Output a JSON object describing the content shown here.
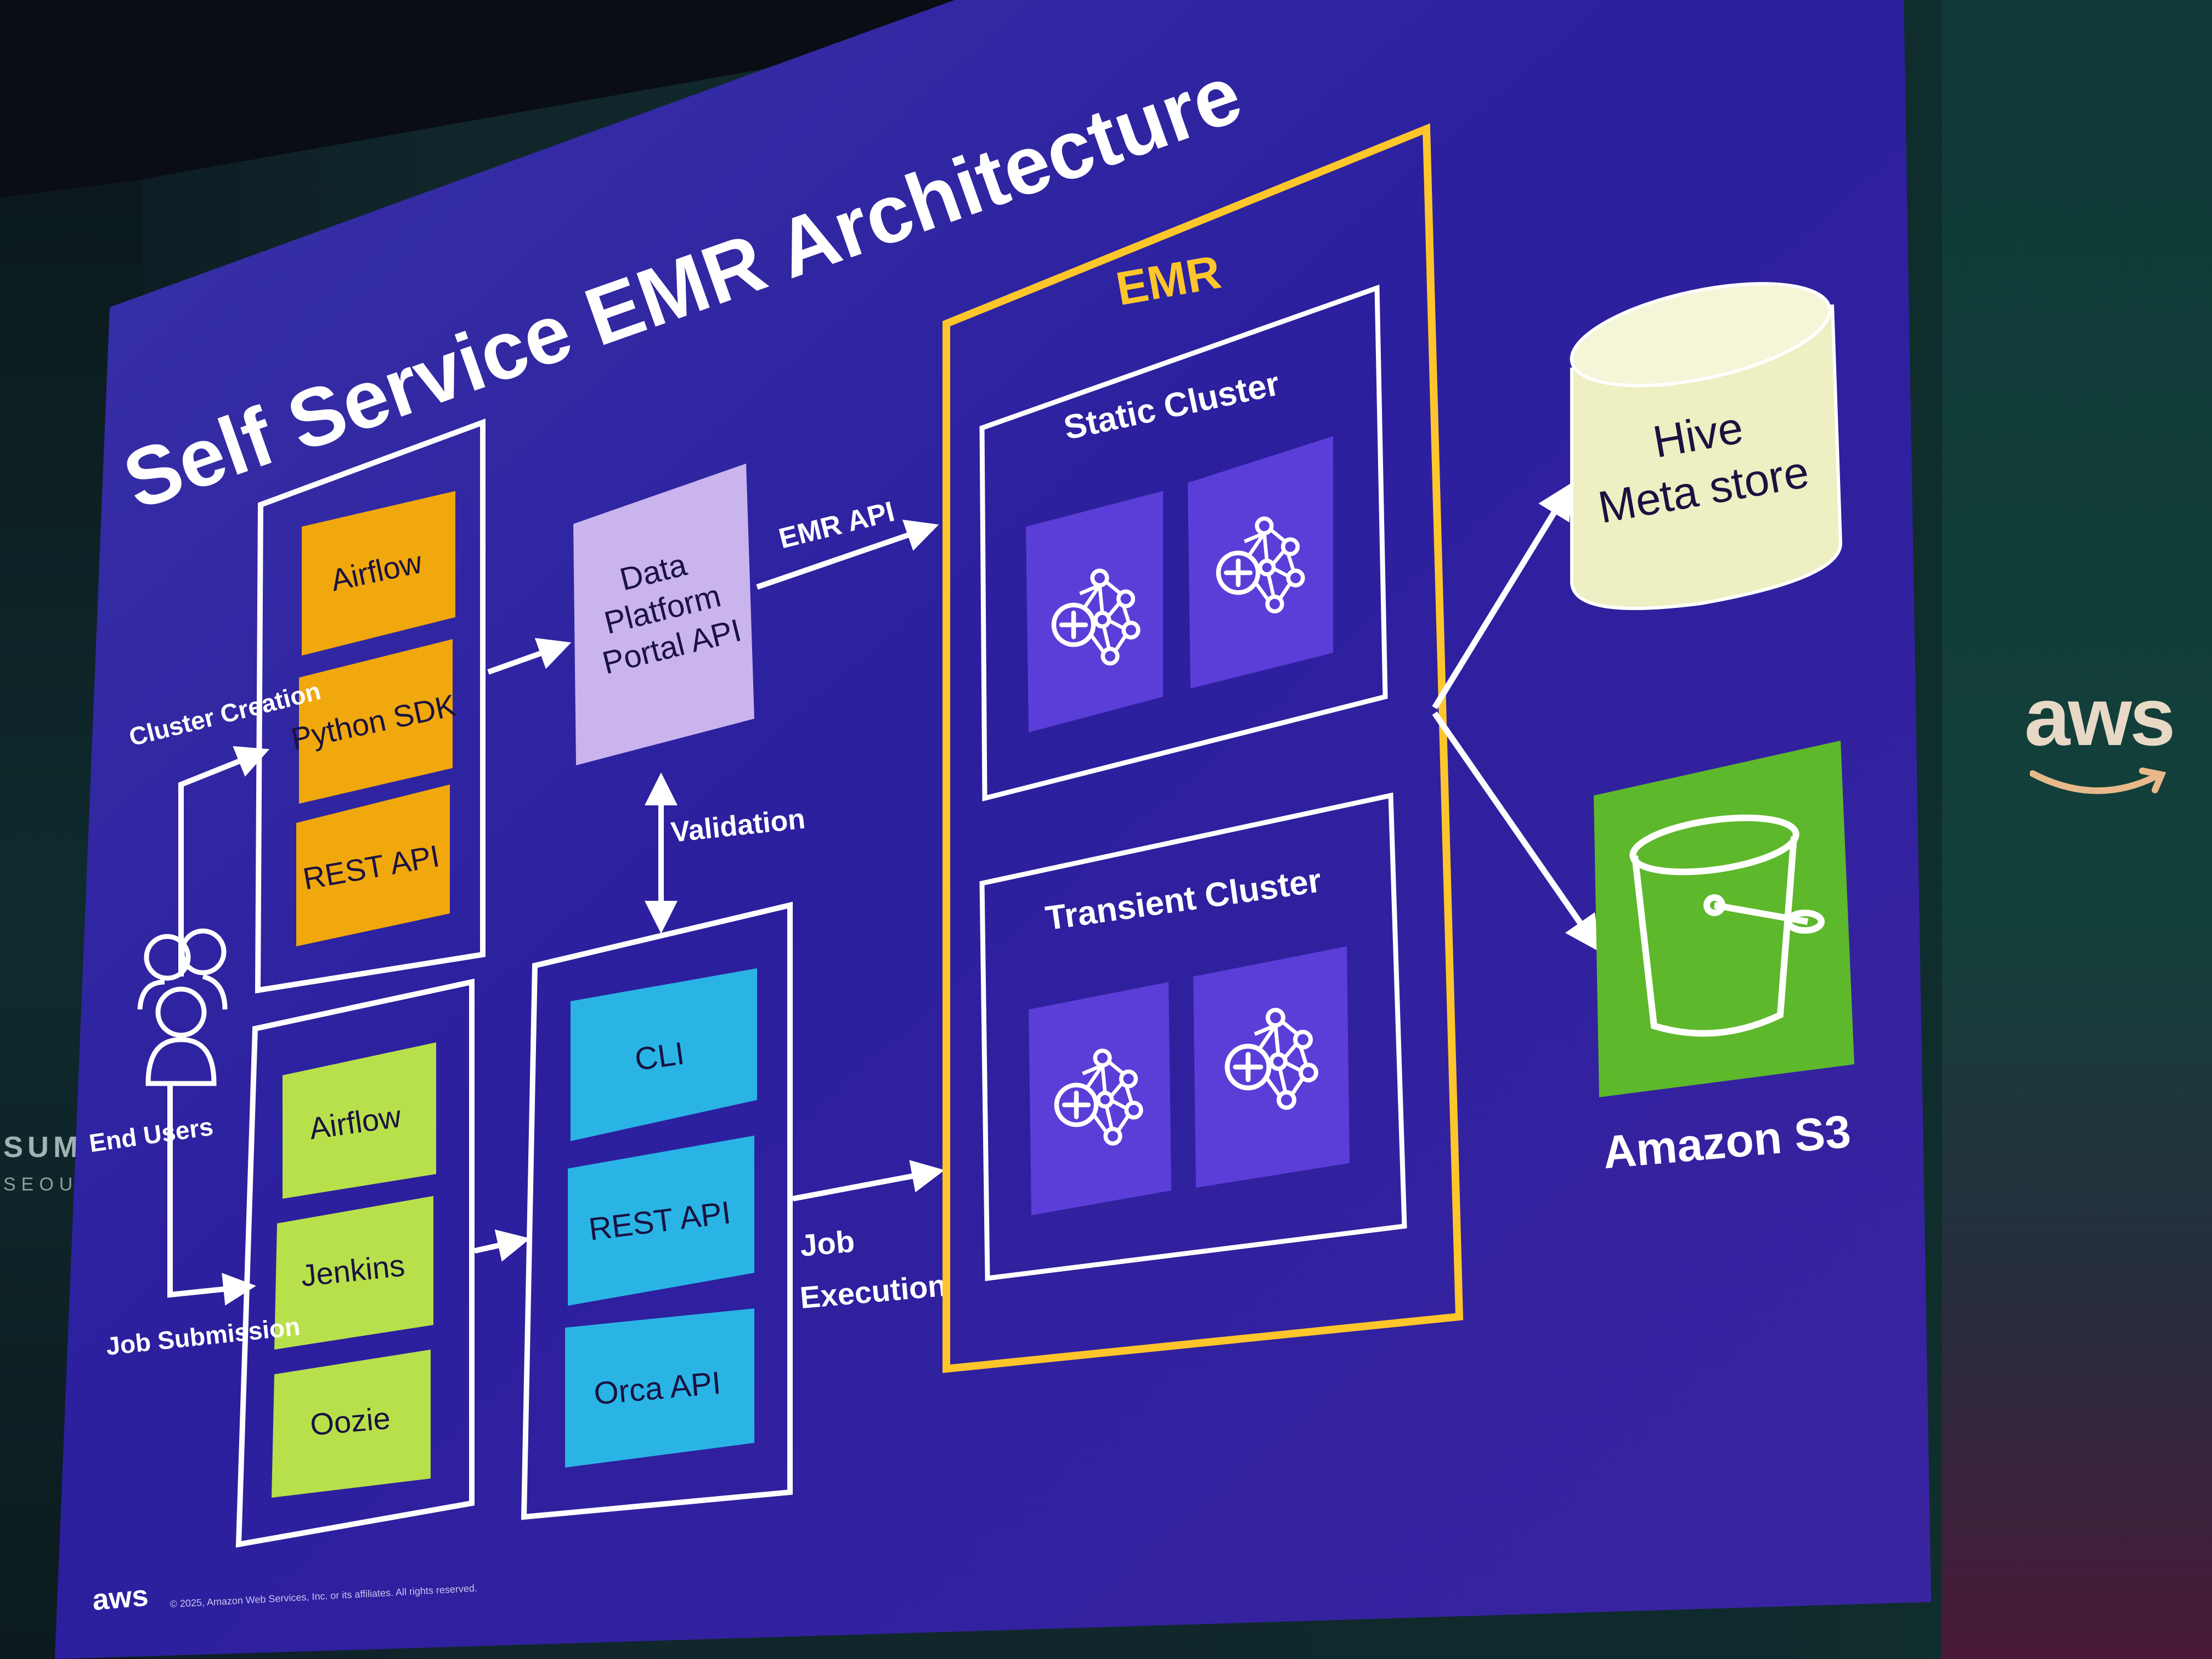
{
  "slide": {
    "title": "Self Service EMR Architecture",
    "footer_logo": "aws",
    "footer_copyright": "© 2025, Amazon Web Services, Inc. or its affiliates. All rights reserved."
  },
  "left_actors": {
    "end_users_label": "End Users",
    "cluster_creation_label": "Cluster Creation",
    "job_submission_label": "Job Submission"
  },
  "cluster_creation_tools": [
    "Airflow",
    "Python SDK",
    "REST API"
  ],
  "job_submission_tools": [
    "Airflow",
    "Jenkins",
    "Oozie"
  ],
  "portal_api": {
    "line1": "Data",
    "line2": "Platform",
    "line3": "Portal API"
  },
  "interfaces": [
    "CLI",
    "REST API",
    "Orca API"
  ],
  "edge_labels": {
    "emr_api": "EMR API",
    "validation": "Validation",
    "job_line1": "Job",
    "job_line2": "Execution"
  },
  "emr": {
    "title": "EMR",
    "static_cluster": "Static Cluster",
    "transient_cluster": "Transient Cluster"
  },
  "hive": {
    "line1": "Hive",
    "line2": "Meta store"
  },
  "s3": {
    "label": "Amazon S3"
  },
  "room": {
    "wall_logo": "aws",
    "summit": "SUMM",
    "city": "SEOUL"
  },
  "colors": {
    "slide_bg": "#2a1f9a",
    "orange": "#f0a80c",
    "lime": "#b8e04a",
    "cyan": "#2ab4e6",
    "lavender": "#c9b4ee",
    "emr_border": "#ffc62b",
    "hive": "#f0f0c0",
    "s3": "#5eb82c",
    "node_tile": "#5b3ed8"
  },
  "icons": [
    "users-icon",
    "emr-node-icon",
    "bucket-icon",
    "cylinder-icon"
  ]
}
